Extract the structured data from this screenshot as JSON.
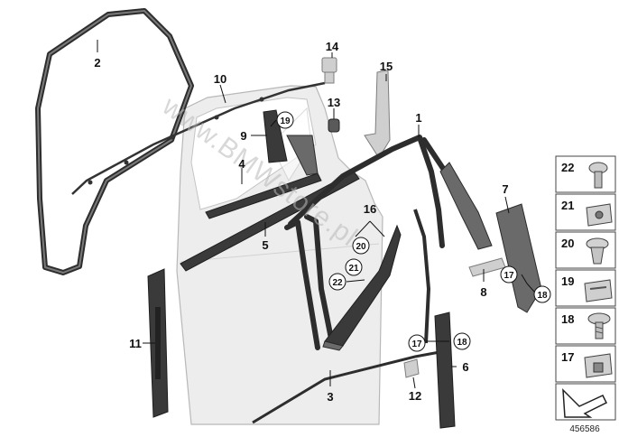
{
  "callouts": {
    "c1": "1",
    "c2": "2",
    "c3": "3",
    "c4": "4",
    "c5": "5",
    "c6": "6",
    "c7": "7",
    "c8": "8",
    "c9": "9",
    "c10": "10",
    "c11": "11",
    "c12": "12",
    "c13": "13",
    "c14": "14",
    "c15": "15",
    "c16": "16",
    "c17a": "17",
    "c17b": "17",
    "c18a": "18",
    "c18b": "18",
    "c19": "19",
    "c20": "20",
    "c21": "21",
    "c22": "22"
  },
  "legend": {
    "items": [
      {
        "number": "22",
        "icon": "push-rivet-icon"
      },
      {
        "number": "21",
        "icon": "clip-nut-icon"
      },
      {
        "number": "20",
        "icon": "expanding-rivet-icon"
      },
      {
        "number": "19",
        "icon": "spring-clip-icon"
      },
      {
        "number": "18",
        "icon": "flange-screw-icon"
      },
      {
        "number": "17",
        "icon": "snap-clip-icon"
      }
    ],
    "arrow_icon": "direction-arrow-icon"
  },
  "watermark": "www.BMWstore.pl",
  "figure_number": "456586",
  "colors": {
    "part_dark": "#2d2d2d",
    "door_panel": "#ededed",
    "legend_border": "#444444"
  }
}
